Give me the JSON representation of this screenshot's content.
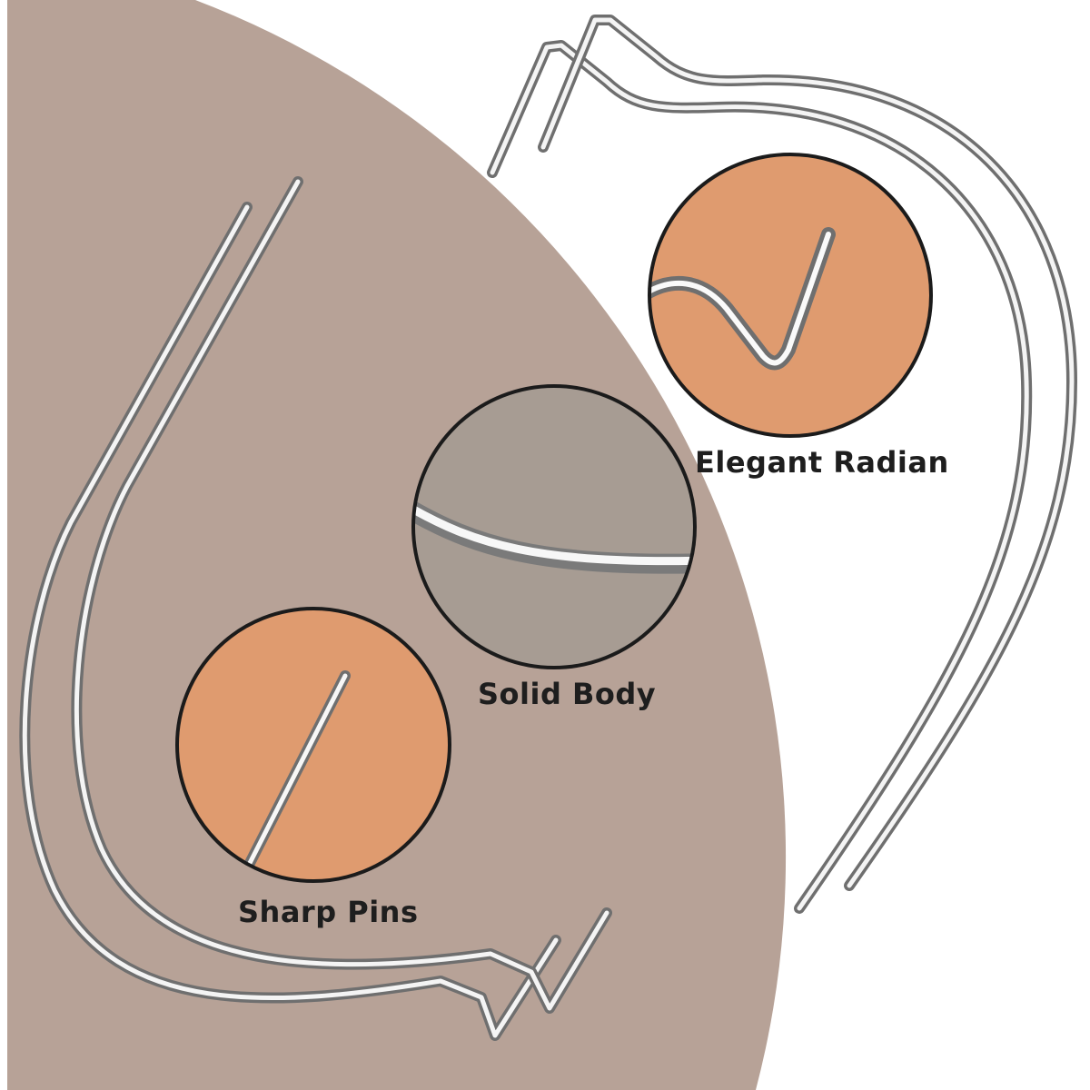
{
  "callouts": {
    "elegant_radian": "Elegant Radian",
    "solid_body": "Solid Body",
    "sharp_pins": "Sharp Pins"
  },
  "colors": {
    "background": "#ffffff",
    "arc_panel": "#b7a297",
    "orange_circle": "#df9b6f",
    "gray_circle": "#a79c93",
    "circle_border": "#1b1b1b",
    "wire_light": "#f2f2f2",
    "wire_dark": "#7b7b7b",
    "label_text": "#1e1e1e"
  },
  "icons": [
    "curved-wire-pin-left-pair",
    "curved-wire-pin-right-pair",
    "zoom-circle-tip",
    "zoom-circle-bend",
    "zoom-circle-body"
  ]
}
